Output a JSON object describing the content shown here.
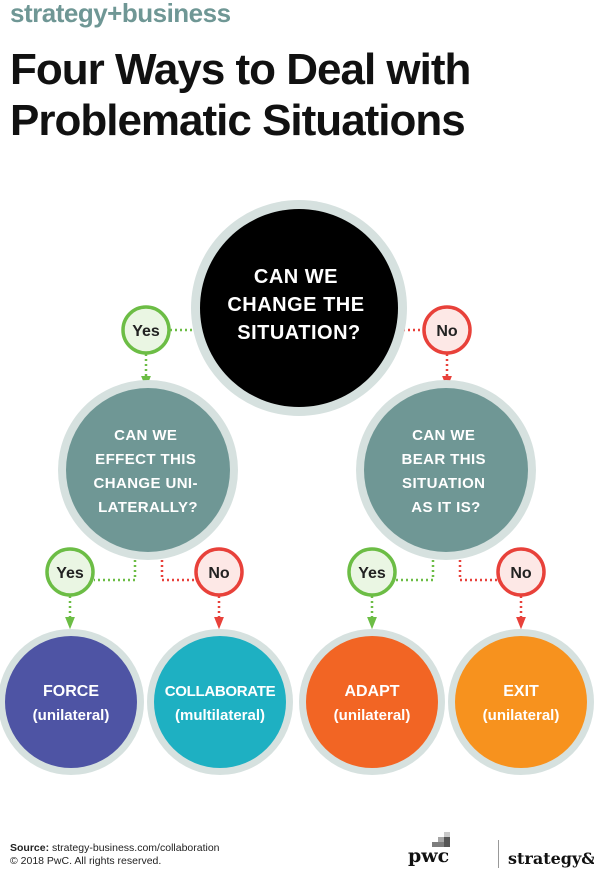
{
  "brand": "strategy+business",
  "title_lines": [
    "Four Ways to Deal with",
    "Problematic Situations"
  ],
  "colors": {
    "brand": "#6f9795",
    "question_root": "#000000",
    "question_sub": "#6f9795",
    "ring": "#d6e1df",
    "yes": "#6cbd45",
    "yes_fill": "#eaf6e3",
    "no": "#e8413a",
    "no_fill": "#fde8e6",
    "force": "#4e54a4",
    "collaborate": "#1eb0c2",
    "adapt": "#f26524",
    "exit": "#f7921e"
  },
  "nodes": {
    "root": {
      "lines": [
        "CAN WE",
        "CHANGE THE",
        "SITUATION?"
      ]
    },
    "left_question": {
      "lines": [
        "CAN WE",
        "EFFECT THIS",
        "CHANGE UNI-",
        "LATERALLY?"
      ]
    },
    "right_question": {
      "lines": [
        "CAN WE",
        "BEAR THIS",
        "SITUATION",
        "AS IT IS?"
      ]
    }
  },
  "answers": {
    "root_yes": "Yes",
    "root_no": "No",
    "left_yes": "Yes",
    "left_no": "No",
    "right_yes": "Yes",
    "right_no": "No"
  },
  "outcomes": [
    {
      "title": "FORCE",
      "subtitle": "(unilateral)"
    },
    {
      "title": "COLLABORATE",
      "subtitle": "(multilateral)"
    },
    {
      "title": "ADAPT",
      "subtitle": "(unilateral)"
    },
    {
      "title": "EXIT",
      "subtitle": "(unilateral)"
    }
  ],
  "footer": {
    "source_label": "Source:",
    "source_text": "strategy-business.com/collaboration",
    "copyright": "© 2018 PwC. All rights reserved."
  },
  "logos": {
    "pwc": "pwc",
    "strategy_and": "strategy&"
  }
}
